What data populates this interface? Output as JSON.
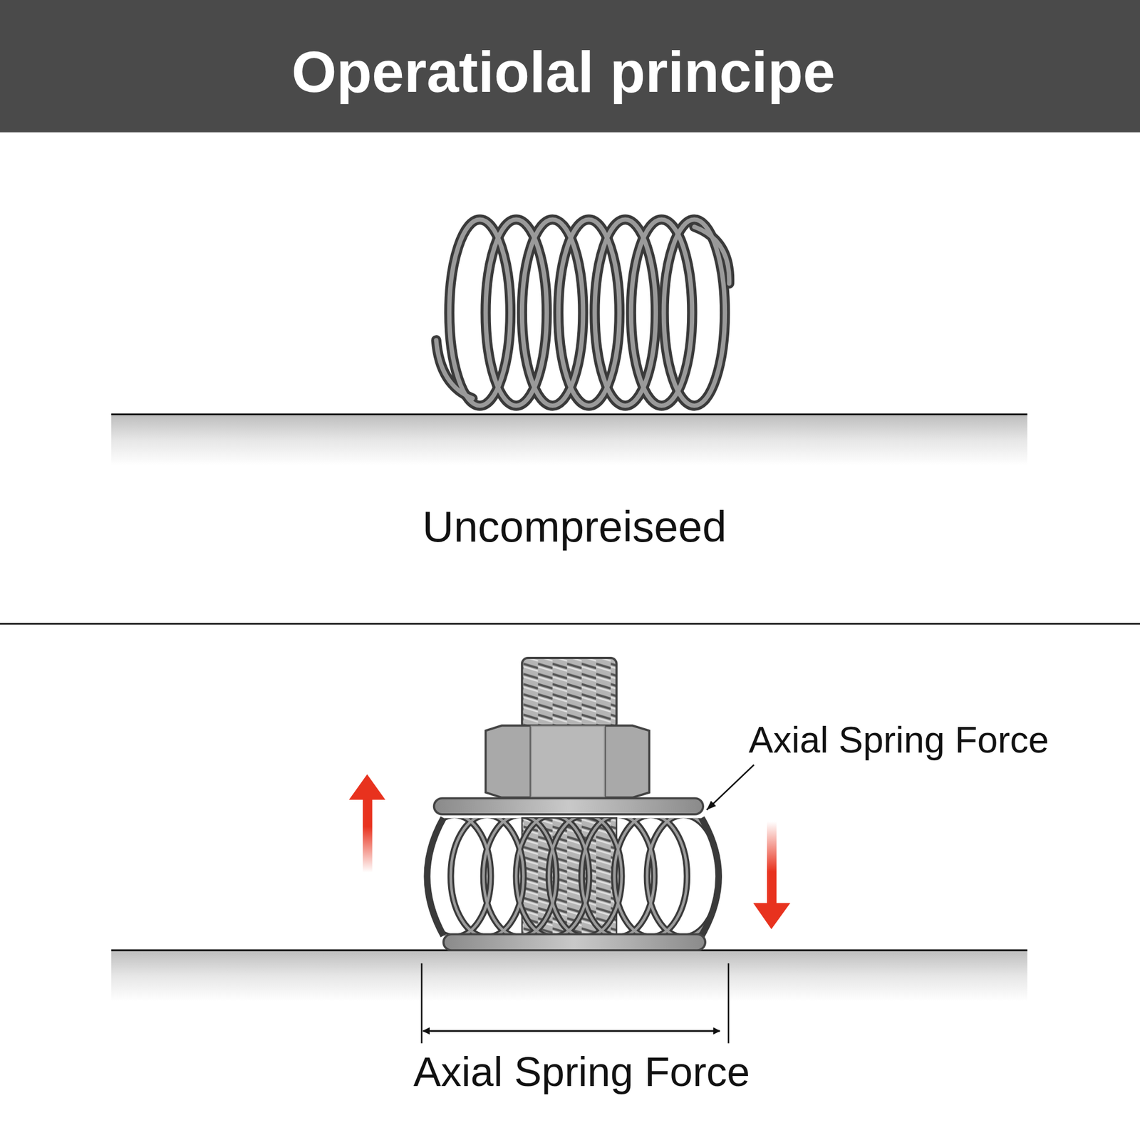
{
  "diagram": {
    "title": "Operatiolal principe",
    "labels": [
      "Uncompreiseed",
      "Axial Spring Force",
      "Axial Spring Force"
    ]
  }
}
